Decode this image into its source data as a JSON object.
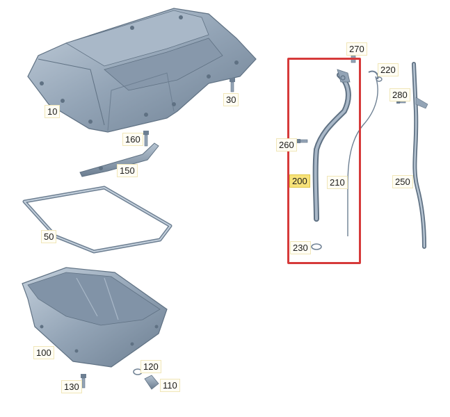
{
  "diagram": {
    "part_color": "#93a4b6",
    "part_dark": "#5f7183",
    "part_light": "#c4d0dc",
    "highlight_color": "#d63a3a",
    "callouts": {
      "p10": "10",
      "p30": "30",
      "p50": "50",
      "p100": "100",
      "p110": "110",
      "p120": "120",
      "p130": "130",
      "p150": "150",
      "p160": "160",
      "p200": "200",
      "p210": "210",
      "p220": "220",
      "p230": "230",
      "p250": "250",
      "p260": "260",
      "p270": "270",
      "p280": "280"
    }
  }
}
